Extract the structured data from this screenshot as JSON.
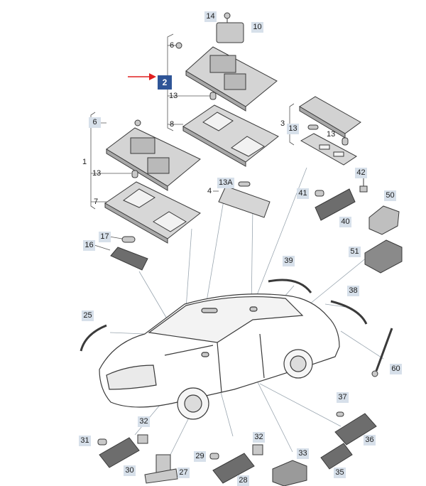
{
  "diagram": {
    "highlighted_label": "2",
    "callout_labels": {
      "c14": "14",
      "c10": "10",
      "c6a": "6",
      "c2": "2",
      "c13a": "13",
      "c8": "8",
      "c6b": "6",
      "c1": "1",
      "c13b": "13",
      "c7": "7",
      "c3": "3",
      "c13c": "13",
      "c13d": "13",
      "c4": "4",
      "c13A": "13A",
      "c41": "41",
      "c42": "42",
      "c40": "40",
      "c50": "50",
      "c51": "51",
      "c17": "17",
      "c16": "16",
      "c39": "39",
      "c38": "38",
      "c25": "25",
      "c60": "60",
      "c37": "37",
      "c36": "36",
      "c31": "31",
      "c32a": "32",
      "c30": "30",
      "c27": "27",
      "c29": "29",
      "c32b": "32",
      "c28": "28",
      "c33": "33",
      "c35": "35"
    },
    "colors": {
      "callout_bg": "#d7e0ea",
      "highlight_bg": "#2f5597",
      "pointer_arrow": "#e02020",
      "line_art": "#3a3a3a",
      "part_fill": "#c9c9c9"
    },
    "icons": [
      "pointer-arrow-icon"
    ]
  }
}
